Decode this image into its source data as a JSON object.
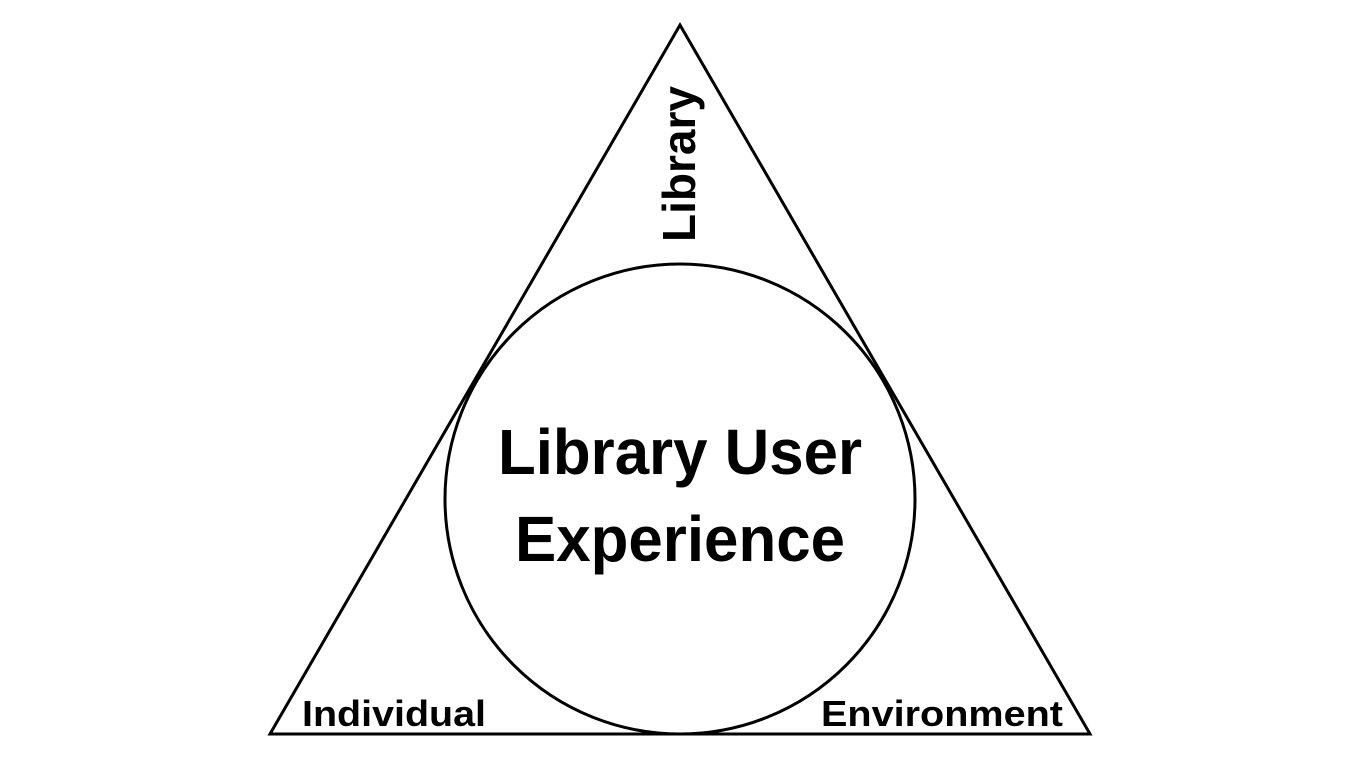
{
  "diagram": {
    "center_label": {
      "line1": "Library User",
      "line2": "Experience"
    },
    "vertices": {
      "top": "Library",
      "bottom_left": "Individual",
      "bottom_right": "Environment"
    },
    "colors": {
      "stroke": "#000000",
      "text": "#000000",
      "background": "#ffffff"
    }
  }
}
